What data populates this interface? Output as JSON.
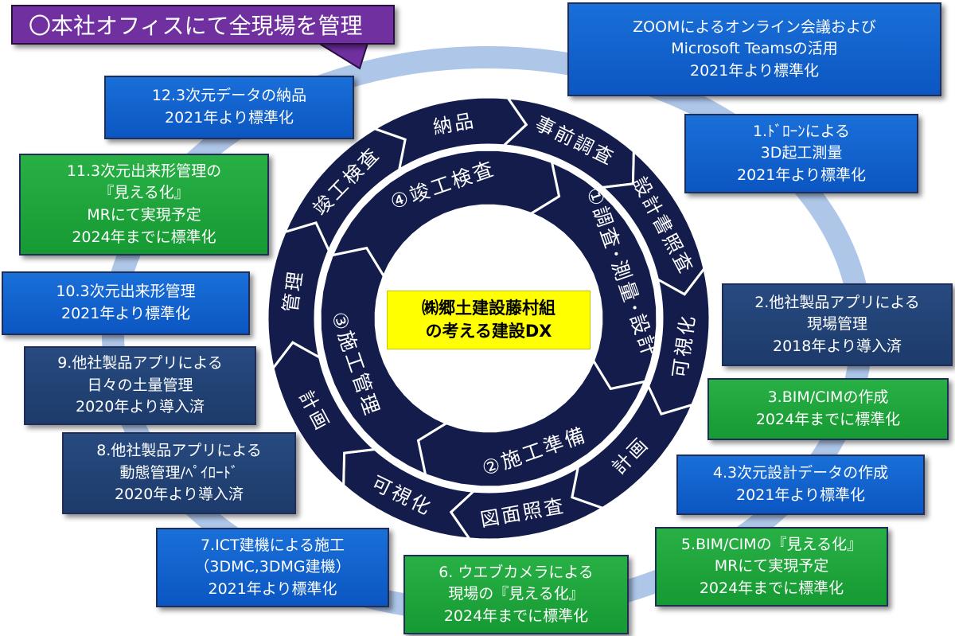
{
  "headline": "〇本社オフィスにて全現場を管理",
  "center": {
    "line1": "㈱郷土建設藤村組",
    "line2": "の考える建設DX"
  },
  "outer_ring": [
    {
      "label": "事前調査"
    },
    {
      "label": "設計書照査"
    },
    {
      "label": "可視化"
    },
    {
      "label": "計画"
    },
    {
      "label": "図面照査"
    },
    {
      "label": "可視化"
    },
    {
      "label": "計画"
    },
    {
      "label": "管理"
    },
    {
      "label": "竣工検査"
    },
    {
      "label": "納品"
    }
  ],
  "inner_ring": [
    {
      "label": "①調査･測量･設計"
    },
    {
      "label": "②施工準備"
    },
    {
      "label": "③施工管理"
    },
    {
      "label": "④竣工検査"
    }
  ],
  "boxes": [
    {
      "id": "zoom",
      "color": "blue",
      "lines": [
        "ZOOMによるオンライン会議および",
        "Microsoft Teamsの活用",
        "2021年より標準化"
      ]
    },
    {
      "id": "b1",
      "color": "blue",
      "lines": [
        "1.ﾄﾞﾛｰﾝによる",
        "3D起工測量",
        "2021年より標準化"
      ]
    },
    {
      "id": "b2",
      "color": "navy",
      "lines": [
        "2.他社製品アプリによる",
        "現場管理",
        "2018年より導入済"
      ]
    },
    {
      "id": "b3",
      "color": "green",
      "lines": [
        "3.BIM/CIMの作成",
        "2024年までに標準化"
      ]
    },
    {
      "id": "b4",
      "color": "blue",
      "lines": [
        "4.3次元設計データの作成",
        "2021年より標準化"
      ]
    },
    {
      "id": "b5",
      "color": "green",
      "lines": [
        "5.BIM/CIMの『見える化』",
        "MRにて実現予定",
        "2024年までに標準化"
      ]
    },
    {
      "id": "b6",
      "color": "green",
      "lines": [
        "6. ウエブカメラによる",
        "現場の『見える化』",
        "2024年までに標準化"
      ]
    },
    {
      "id": "b7",
      "color": "blue",
      "lines": [
        "7.ICT建機による施工",
        "（3DMC,3DMG建機）",
        "2021年より標準化"
      ]
    },
    {
      "id": "b8",
      "color": "navy",
      "lines": [
        "8.他社製品アプリによる",
        "動態管理/ﾍﾟｲﾛｰﾄﾞ",
        "2020年より導入済"
      ]
    },
    {
      "id": "b9",
      "color": "navy",
      "lines": [
        "9.他社製品アプリによる",
        "日々の土量管理",
        "2020年より導入済"
      ]
    },
    {
      "id": "b10",
      "color": "blue",
      "lines": [
        "10.3次元出来形管理",
        "2021年より標準化"
      ]
    },
    {
      "id": "b11",
      "color": "green",
      "lines": [
        "11.3次元出来形管理の",
        "『見える化』",
        "MRにて実現予定",
        "2024年までに標準化"
      ]
    },
    {
      "id": "b12",
      "color": "blue",
      "lines": [
        "12.3次元データの納品",
        "2021年より標準化"
      ]
    }
  ],
  "colors": {
    "ring_fill": "#131c4a",
    "ring_border": "#ffffff",
    "halo": "#aec6e8",
    "headline_bg": "#7030a0",
    "center_bg": "#ffff00"
  }
}
